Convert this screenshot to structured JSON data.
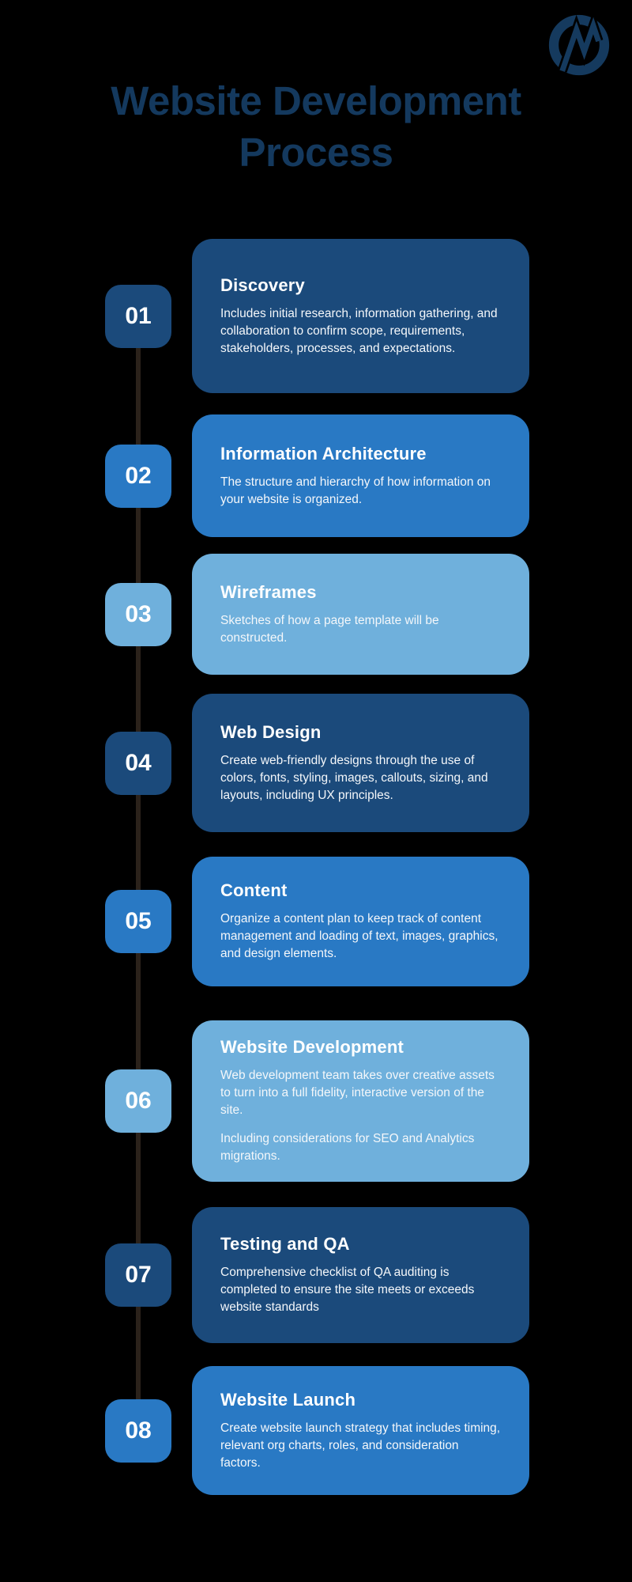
{
  "page": {
    "title_line1": "Website Development",
    "title_line2": "Process",
    "background": "#000000",
    "title_color": "#14395e"
  },
  "logo": {
    "name": "circle-m-mark",
    "color": "#153a5e"
  },
  "colors": {
    "dark": "#1b4a7b",
    "medium": "#2979c4",
    "light": "#6fb0dc",
    "connector_line": "#2b221b",
    "card_text": "#f4f7fa",
    "badge_text": "#ffffff"
  },
  "steps": [
    {
      "number": "01",
      "tone": "dark",
      "title": "Discovery",
      "paragraphs": [
        "Includes initial research, information gathering, and collaboration to confirm scope, requirements, stakeholders, processes, and expectations."
      ]
    },
    {
      "number": "02",
      "tone": "medium",
      "title": "Information Architecture",
      "paragraphs": [
        "The structure and hierarchy of how information on your website is organized."
      ]
    },
    {
      "number": "03",
      "tone": "light",
      "title": "Wireframes",
      "paragraphs": [
        "Sketches of how a page template will be constructed."
      ]
    },
    {
      "number": "04",
      "tone": "dark",
      "title": "Web Design",
      "paragraphs": [
        "Create web-friendly designs through the use of colors, fonts, styling, images, callouts, sizing, and layouts, including UX principles."
      ]
    },
    {
      "number": "05",
      "tone": "medium",
      "title": "Content",
      "paragraphs": [
        "Organize a content plan to keep track of content management and loading of text, images, graphics, and design elements."
      ]
    },
    {
      "number": "06",
      "tone": "light",
      "title": "Website Development",
      "paragraphs": [
        "Web development team takes over creative assets to turn into a full fidelity, interactive version of the site.",
        "Including considerations for SEO and Analytics migrations."
      ]
    },
    {
      "number": "07",
      "tone": "dark",
      "title": "Testing and QA",
      "paragraphs": [
        "Comprehensive checklist of QA auditing is completed to ensure the site meets or exceeds website standards"
      ]
    },
    {
      "number": "08",
      "tone": "medium",
      "title": "Website Launch",
      "paragraphs": [
        "Create website launch strategy that includes timing, relevant org charts, roles, and consideration factors."
      ]
    }
  ]
}
